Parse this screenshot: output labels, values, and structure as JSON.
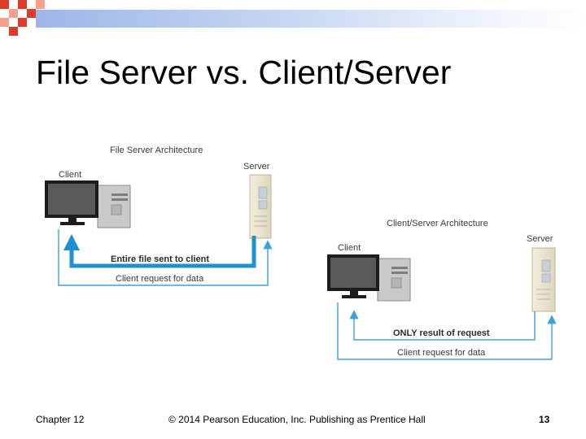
{
  "slide": {
    "title": "File Server vs. Client/Server",
    "footer_left": "Chapter 12",
    "footer_center": "© 2014 Pearson Education, Inc. Publishing as Prentice Hall",
    "page_number": "13"
  },
  "file_server_diagram": {
    "heading": "File Server Architecture",
    "client_label": "Client",
    "server_label": "Server",
    "response_label": "Entire file sent to client",
    "request_label": "Client request for data"
  },
  "client_server_diagram": {
    "heading": "Client/Server Architecture",
    "client_label": "Client",
    "server_label": "Server",
    "response_label": "ONLY result of request",
    "request_label": "Client request for data"
  },
  "colors": {
    "bold_arrow": "#1e8fd0",
    "thin_arrow": "#3aa2dd",
    "top_bar": "#9db6e8",
    "checker_red": "#e03a2a",
    "checker_orange": "#f5a08a"
  }
}
